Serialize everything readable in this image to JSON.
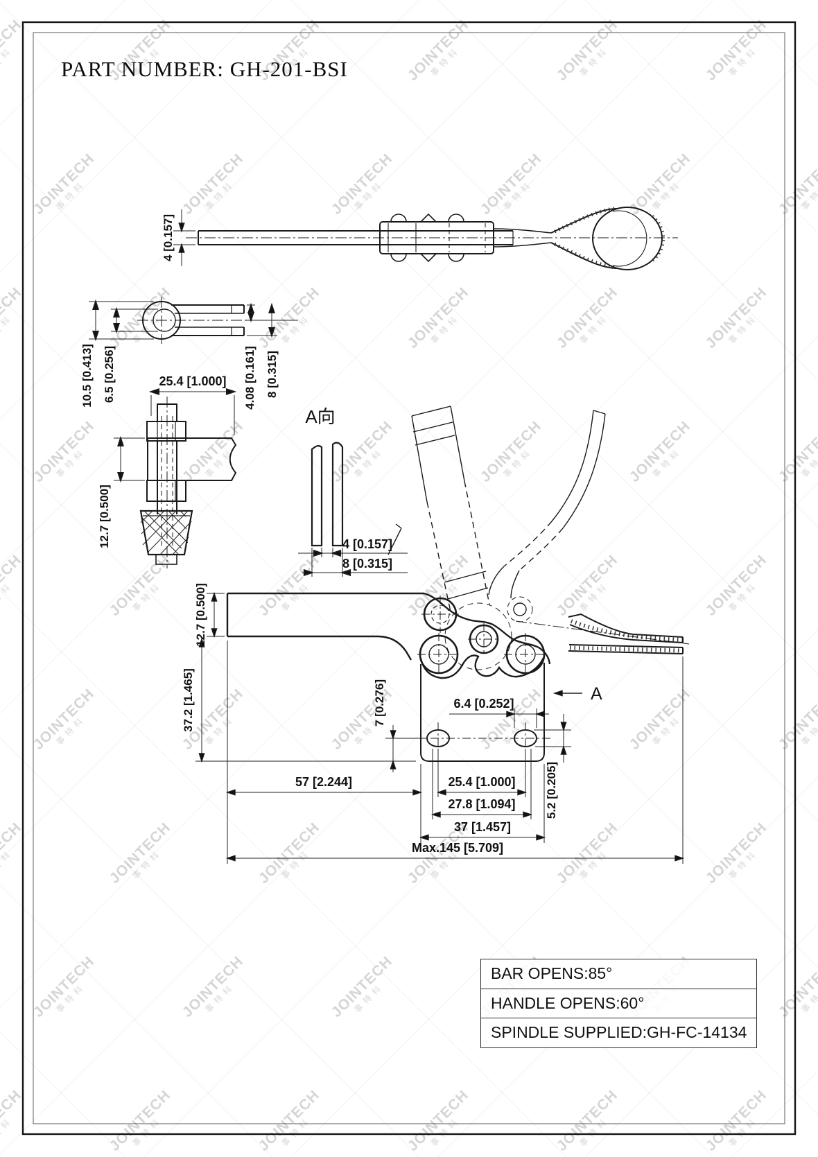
{
  "title": "PART NUMBER:  GH-201-BSI",
  "watermark": {
    "text": "JOINTECH",
    "subtext": "事特科"
  },
  "spec_table": {
    "rows": [
      {
        "label": "BAR OPENS:85°"
      },
      {
        "label": "HANDLE OPENS:60°"
      },
      {
        "label": "SPINDLE SUPPLIED:GH-FC-14134"
      }
    ]
  },
  "views": {
    "top": {
      "dim_bar_thickness": "4 [0.157]"
    },
    "clevis": {
      "dim_outer_height": "10.5 [0.413]",
      "dim_inner_height": "6.5 [0.256]",
      "dim_hole": "4.08 [0.161]",
      "dim_prong_span": "8 [0.315]"
    },
    "spindle": {
      "dim_width": "25.4 [1.000]",
      "dim_bar_height": "12.7 [0.500]"
    },
    "section_a": {
      "label": "A向",
      "dim_gap": "4 [0.157]",
      "dim_outer": "8 [0.315]"
    },
    "main": {
      "section_arrow_label": "A",
      "dim_bar_height": "12.7 [0.500]",
      "dim_base_height": "37.2 [1.465]",
      "dim_hole_to_bottom": "7 [0.276]",
      "dim_hole_dia": "6.4 [0.252]",
      "dim_bar_reach": "57 [2.244]",
      "dim_hole_cc": "25.4 [1.000]",
      "dim_slot_span": "27.8 [1.094]",
      "dim_base_width": "37 [1.457]",
      "dim_slot_height": "5.2 [0.205]",
      "dim_max_length": "Max.145 [5.709]"
    }
  }
}
